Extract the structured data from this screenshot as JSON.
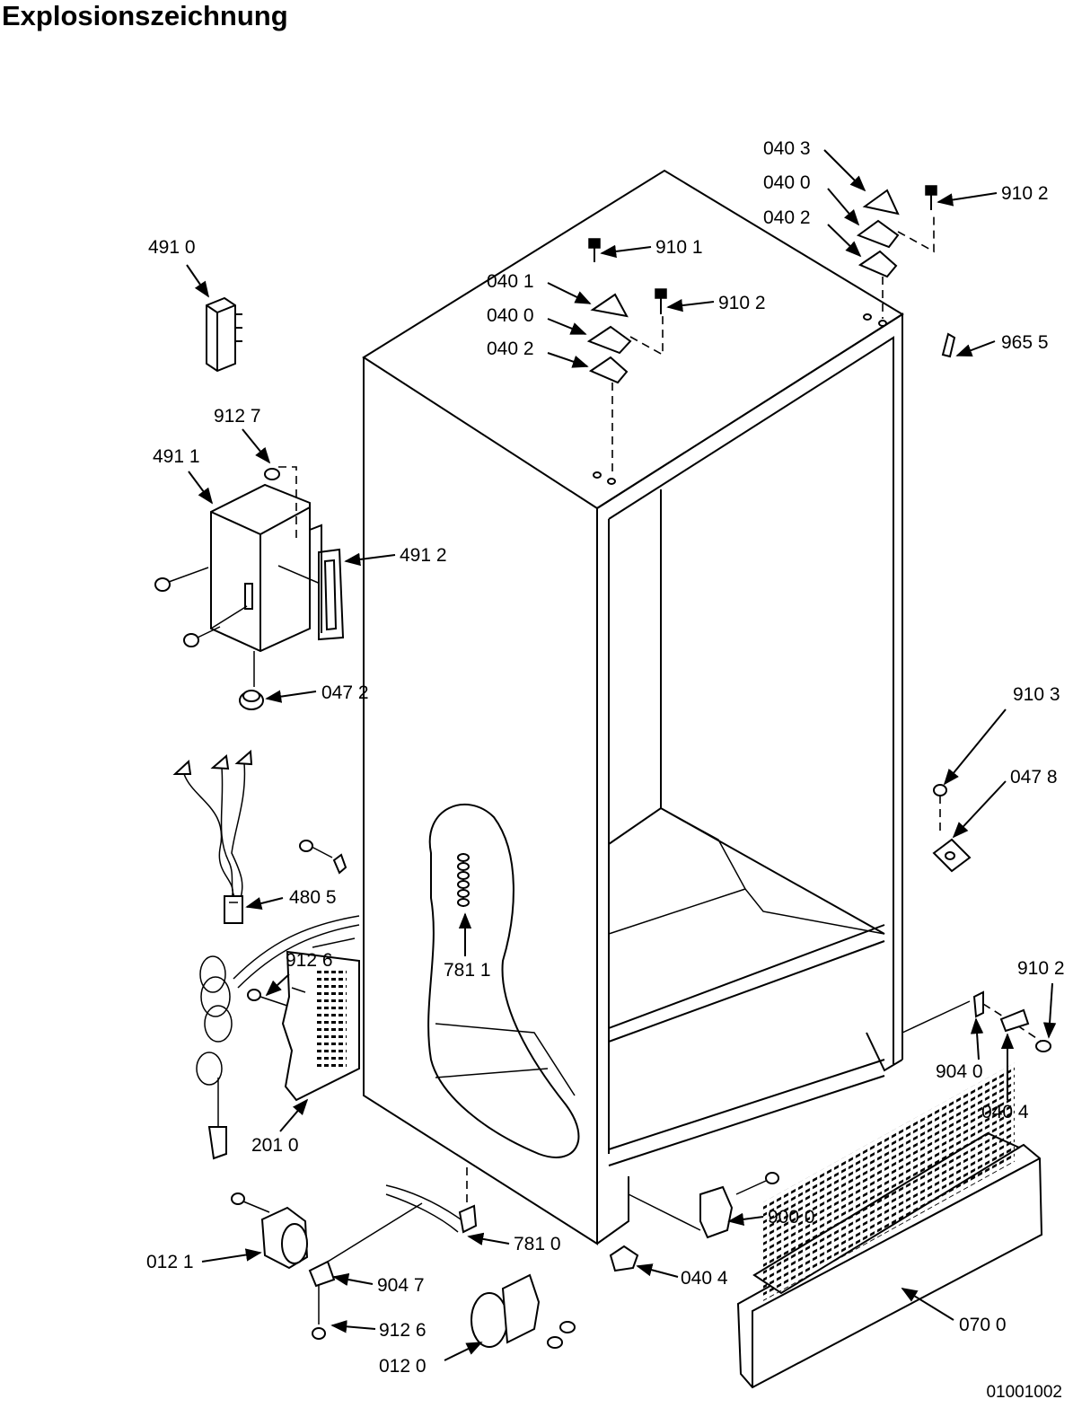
{
  "title": "Explosionszeichnung",
  "drawing_number": "01001002",
  "callouts": [
    {
      "id": "c-040-3",
      "text": "040  3"
    },
    {
      "id": "c-040-0-top",
      "text": "040  0"
    },
    {
      "id": "c-040-2-top",
      "text": "040  2"
    },
    {
      "id": "c-910-2-top",
      "text": "910  2"
    },
    {
      "id": "c-491-0",
      "text": "491  0"
    },
    {
      "id": "c-910-1",
      "text": "910  1"
    },
    {
      "id": "c-040-1",
      "text": "040  1"
    },
    {
      "id": "c-910-2-mid",
      "text": "910  2"
    },
    {
      "id": "c-040-0-mid",
      "text": "040  0"
    },
    {
      "id": "c-040-2-mid",
      "text": "040  2"
    },
    {
      "id": "c-965-5",
      "text": "965  5"
    },
    {
      "id": "c-912-7",
      "text": "912  7"
    },
    {
      "id": "c-491-1",
      "text": "491  1"
    },
    {
      "id": "c-491-2",
      "text": "491  2"
    },
    {
      "id": "c-047-2",
      "text": "047  2"
    },
    {
      "id": "c-910-3",
      "text": "910  3"
    },
    {
      "id": "c-047-8",
      "text": "047  8"
    },
    {
      "id": "c-480-5",
      "text": "480  5"
    },
    {
      "id": "c-912-6-left",
      "text": "912  6"
    },
    {
      "id": "c-781-1",
      "text": "781  1"
    },
    {
      "id": "c-910-2-right",
      "text": "910  2"
    },
    {
      "id": "c-904-0",
      "text": "904  0"
    },
    {
      "id": "c-040-4-right",
      "text": "040  4"
    },
    {
      "id": "c-201-0",
      "text": "201  0"
    },
    {
      "id": "c-900-0",
      "text": "900  0"
    },
    {
      "id": "c-012-1",
      "text": "012  1"
    },
    {
      "id": "c-781-0",
      "text": "781  0"
    },
    {
      "id": "c-904-7",
      "text": "904  7"
    },
    {
      "id": "c-040-4-bottom",
      "text": "040  4"
    },
    {
      "id": "c-070-0",
      "text": "070  0"
    },
    {
      "id": "c-912-6-bottom",
      "text": "912  6"
    },
    {
      "id": "c-012-0",
      "text": "012  0"
    }
  ]
}
